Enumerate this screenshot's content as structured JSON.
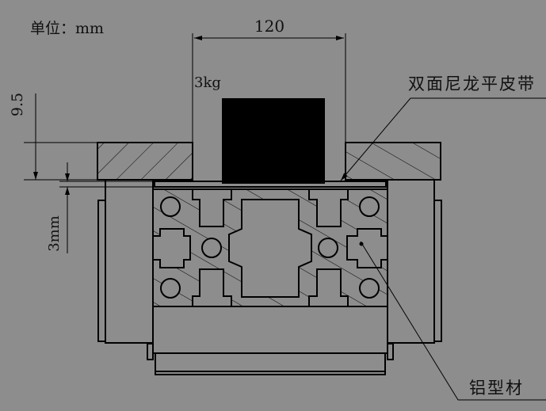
{
  "labels": {
    "unit": "单位：mm",
    "width_dim": "120",
    "weight": "3kg",
    "plate_height_dim": "9.5",
    "belt_thickness_dim": "3mm",
    "belt_label": "双面尼龙平皮带",
    "profile_label": "铝型材"
  },
  "colors": {
    "background": "#8d8d8d",
    "line": "#000000"
  }
}
